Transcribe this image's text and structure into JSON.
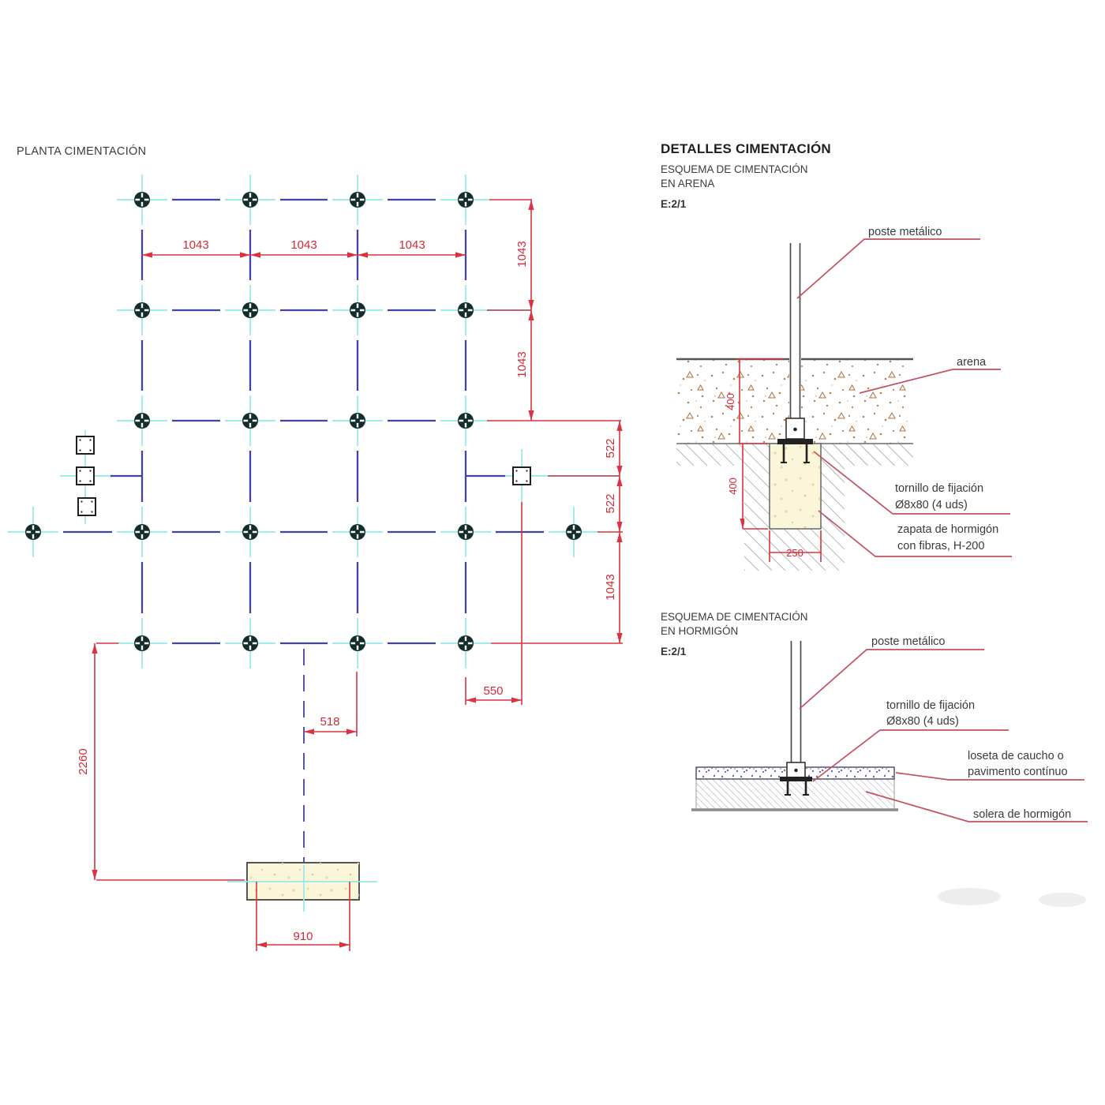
{
  "plan": {
    "title": "PLANTA CIMENTACIÓN",
    "dims": {
      "bay": "1043",
      "half_bay": "522",
      "post_offset": "550",
      "center_offset": "518",
      "footing_distance": "2260",
      "footing_width": "910"
    }
  },
  "details": {
    "title": "DETALLES CIMENTACIÓN",
    "arena": {
      "subtitle_line1": "ESQUEMA DE CIMENTACIÓN",
      "subtitle_line2": "EN ARENA",
      "scale": "E:2/1",
      "labels": {
        "post": "poste metálico",
        "sand": "arena",
        "bolt_line1": "tornillo de fijación",
        "bolt_line2": "Ø8x80 (4 uds)",
        "footing_line1": "zapata de hormigón",
        "footing_line2": "con fibras, H-200"
      },
      "dims": {
        "sand_depth": "400",
        "footing_depth": "400",
        "footing_width": "250"
      }
    },
    "concrete": {
      "subtitle_line1": "ESQUEMA DE CIMENTACIÓN",
      "subtitle_line2": "EN HORMIGÓN",
      "scale": "E:2/1",
      "labels": {
        "post": "poste metálico",
        "bolt_line1": "tornillo de fijación",
        "bolt_line2": "Ø8x80 (4 uds)",
        "tile_line1": "loseta de caucho o",
        "tile_line2": "pavimento contínuo",
        "slab": "solera de hormigón"
      }
    }
  },
  "colors": {
    "dimension_red": "#d93540",
    "dimension_text_red": "#cf2b36",
    "connector_maroon": "#993747",
    "leader_rose": "#c25061",
    "centerline_cyan": "#93e9e9",
    "structure_blue": "#4343a0",
    "point_dark": "#132d2d",
    "ground_gray": "#5a5a5a",
    "hatch_gray": "#8f8f8f",
    "footing_cream": "#fbf6da",
    "sand_speck_orange": "#c08048",
    "tile_speck_blue": "#5a68c0",
    "text_dark": "#3a3a3a"
  }
}
